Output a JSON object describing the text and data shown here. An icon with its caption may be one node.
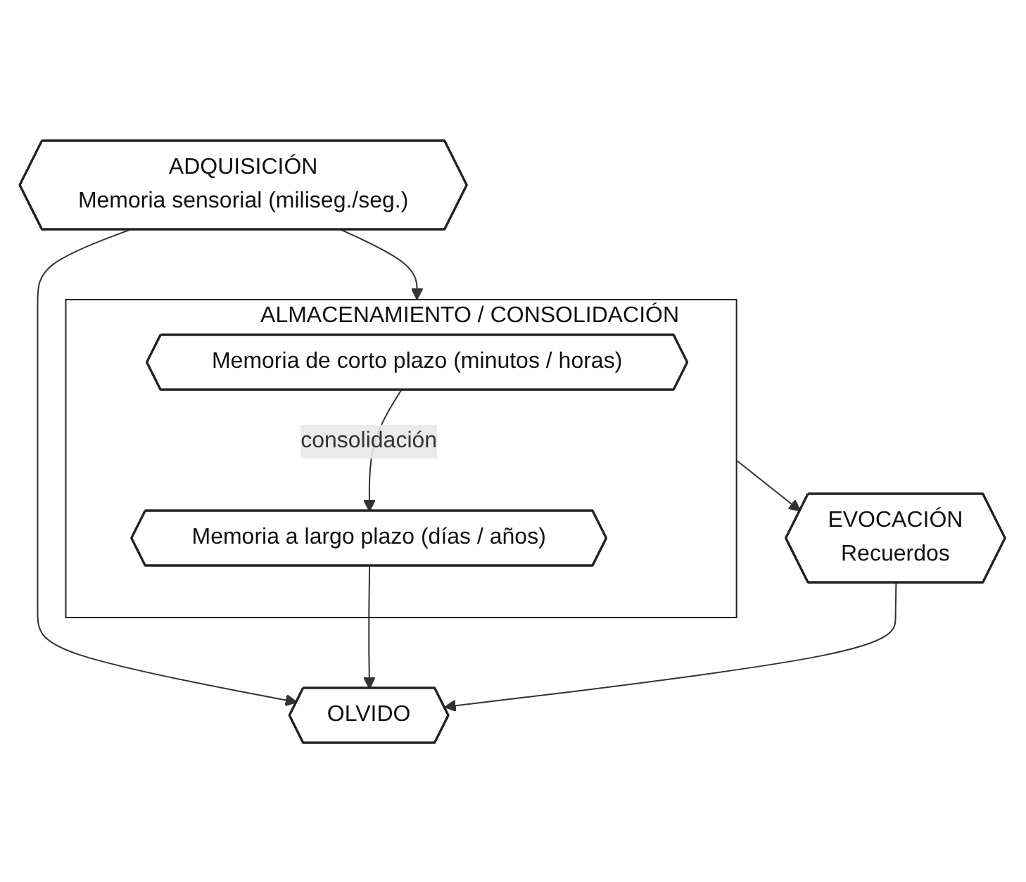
{
  "diagram": {
    "nodes": [
      {
        "text": [
          "ADQUISICIÓN",
          "Memoria sensorial (miliseg./seg.)"
        ]
      },
      {
        "text": [
          "ALMACENAMIENTO / CONSOLIDACIÓN"
        ]
      },
      {
        "text": [
          "Memoria de corto plazo (minutos / horas)"
        ],
        "in": 1
      },
      {
        "text": [
          "Memoria a largo plazo (días / años)"
        ],
        "in": 1
      },
      {
        "text": [
          "EVOCACIÓN",
          "Recuerdos"
        ]
      },
      {
        "text": [
          "OLVIDO"
        ]
      }
    ],
    "edges": [
      {
        "from": 0,
        "to": 1,
        "arrow": "to"
      },
      {
        "from": 0,
        "to": 5,
        "arrow": "to"
      },
      {
        "from": 2,
        "to": 3,
        "label": "consolidación",
        "arrow": "to"
      },
      {
        "from": 3,
        "to": 5,
        "arrow": "to"
      },
      {
        "from": 1,
        "to": 4,
        "arrow": "to"
      },
      {
        "from": 4,
        "to": 5,
        "arrow": "to"
      }
    ]
  }
}
